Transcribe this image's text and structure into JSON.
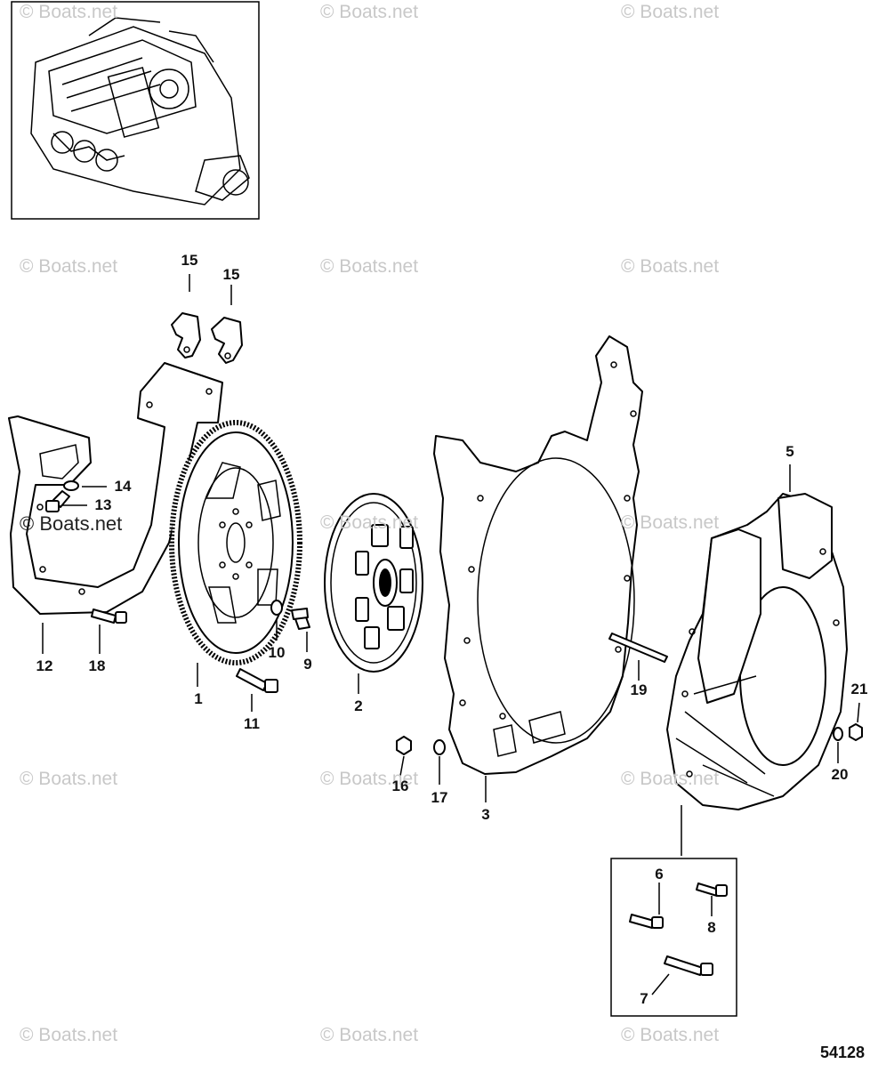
{
  "watermark": "© Boats.net",
  "diagram_number": "54128",
  "callouts": [
    {
      "id": "c1",
      "text": "1"
    },
    {
      "id": "c2",
      "text": "2"
    },
    {
      "id": "c3",
      "text": "3"
    },
    {
      "id": "c5",
      "text": "5"
    },
    {
      "id": "c6",
      "text": "6"
    },
    {
      "id": "c7",
      "text": "7"
    },
    {
      "id": "c8",
      "text": "8"
    },
    {
      "id": "c9",
      "text": "9"
    },
    {
      "id": "c10",
      "text": "10"
    },
    {
      "id": "c11",
      "text": "11"
    },
    {
      "id": "c12",
      "text": "12"
    },
    {
      "id": "c13",
      "text": "13"
    },
    {
      "id": "c14",
      "text": "14"
    },
    {
      "id": "c15a",
      "text": "15"
    },
    {
      "id": "c15b",
      "text": "15"
    },
    {
      "id": "c16",
      "text": "16"
    },
    {
      "id": "c17",
      "text": "17"
    },
    {
      "id": "c18",
      "text": "18"
    },
    {
      "id": "c19",
      "text": "19"
    },
    {
      "id": "c20",
      "text": "20"
    },
    {
      "id": "c21",
      "text": "21"
    }
  ],
  "colors": {
    "line": "#000000",
    "watermark": "#c8c8c8",
    "background": "#ffffff"
  }
}
